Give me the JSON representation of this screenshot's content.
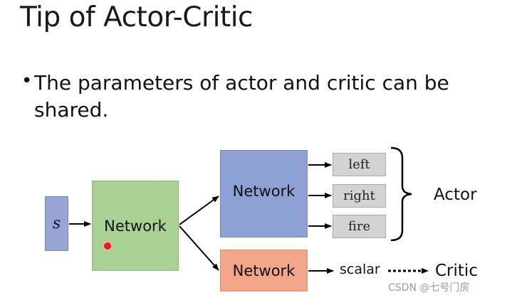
{
  "slide": {
    "title": "Tip of Actor-Critic",
    "bullet_marker": "•",
    "bullet_text": "The parameters of actor and critic can be shared."
  },
  "diagram": {
    "state_label": "s",
    "shared_network_label": "Network",
    "actor_network_label": "Network",
    "critic_network_label": "Network",
    "actions": [
      "left",
      "right",
      "fire"
    ],
    "actor_label": "Actor",
    "scalar_label": "scalar",
    "critic_label": "Critic"
  },
  "watermark": "CSDN @七号门房",
  "colors": {
    "state_box": "#95a6d6",
    "shared_network": "#a9d193",
    "actor_network": "#8da1d6",
    "critic_network": "#f3a58a",
    "action_box": "#d3d3d3"
  }
}
